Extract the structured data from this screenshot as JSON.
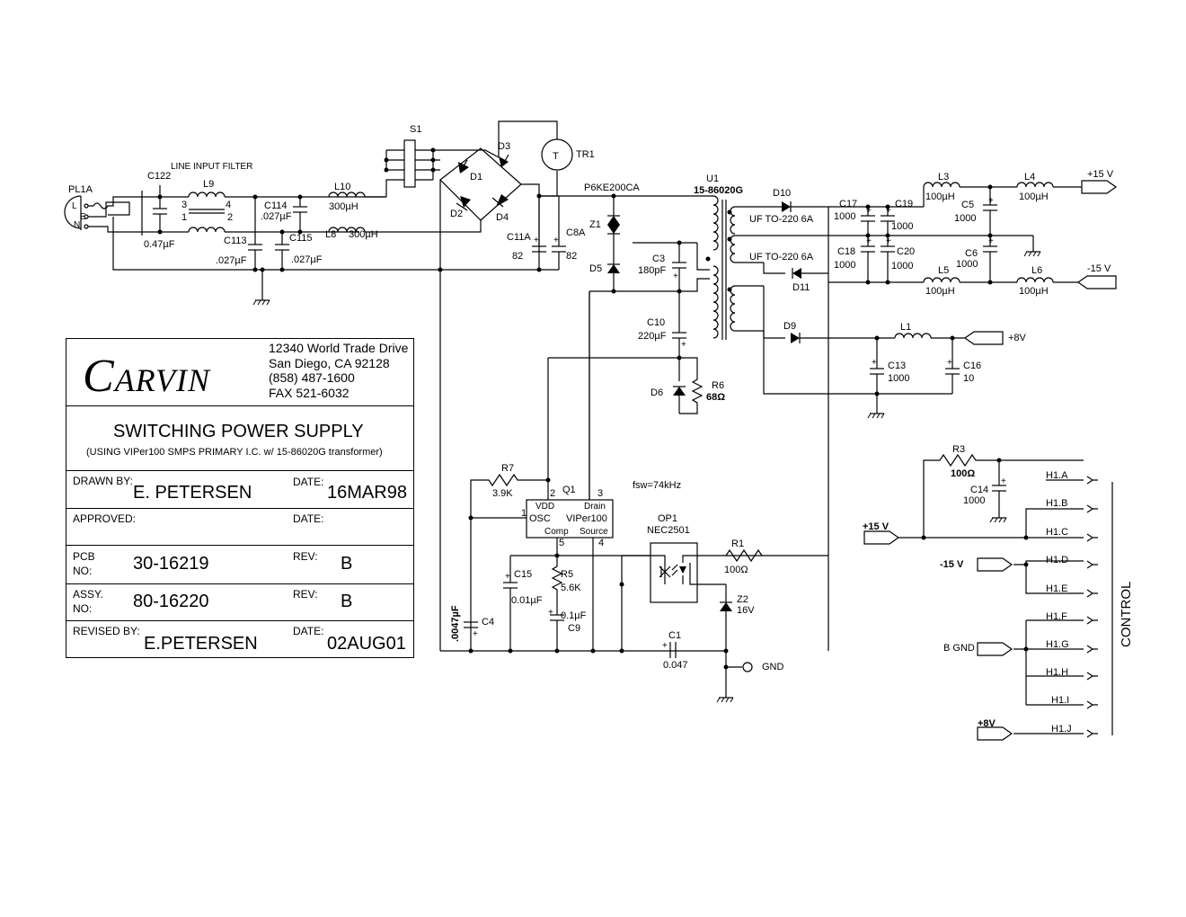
{
  "title_block": {
    "company": "CARVIN",
    "address": [
      "12340 World Trade Drive",
      "San Diego, CA  92128",
      "(858) 487-1600",
      "FAX 521-6032"
    ],
    "title": "SWITCHING POWER SUPPLY",
    "subtitle": "(USING VIPer100 SMPS PRIMARY I.C. w/ 15-86020G transformer)",
    "drawn_by_label": "DRAWN BY:",
    "drawn_by": "E. PETERSEN",
    "date_label": "DATE:",
    "date": "16MAR98",
    "approved_label": "APPROVED:",
    "approved_date_label": "DATE:",
    "pcb_label": "PCB",
    "no_label": "NO:",
    "pcb_no": "30-16219",
    "rev_label": "REV:",
    "pcb_rev": "B",
    "assy_label": "ASSY.",
    "assy_no": "80-16220",
    "assy_rev": "B",
    "revised_by_label": "REVISED BY:",
    "revised_by": "E.PETERSEN",
    "revised_date": "02AUG01"
  },
  "labels": {
    "pl1a": "PL1A",
    "l": "L",
    "e": "E",
    "n": "N",
    "line_filter": "LINE INPUT FILTER",
    "c122": "C122",
    "c122_val": "0.47µF",
    "l9": "L9",
    "p3": "3",
    "p4": "4",
    "p1": "1",
    "p2": "2",
    "c114": "C114",
    "c114_val": ".027µF",
    "c113": "C113",
    "c113_val": ".027µF",
    "c115": "C115",
    "c115_val": ".027µF",
    "l10": "L10",
    "l10_val": "300µH",
    "l8": "L8",
    "l8_val": "300µH",
    "s1": "S1",
    "d1": "D1",
    "d2": "D2",
    "d3": "D3",
    "d4": "D4",
    "tr1": "TR1",
    "t": "T",
    "c11a": "C11A",
    "c11a_val": "82",
    "c8a": "C8A",
    "c8a_val": "82",
    "p6ke": "P6KE200CA",
    "z1": "Z1",
    "d5": "D5",
    "c3": "C3",
    "c3_val": "180pF",
    "c10": "C10",
    "c10_val": "220µF",
    "d6": "D6",
    "r6": "R6",
    "r6_val": "68Ω",
    "u1": "U1",
    "u1_val": "15-86020G",
    "d10": "D10",
    "d10_val": "UF TO-220 6A",
    "d11": "D11",
    "d11_val": "UF TO-220 6A",
    "c17": "C17",
    "c17_val": "1000",
    "c19": "C19",
    "c19_val": "1000",
    "c18": "C18",
    "c18_val": "1000",
    "c20": "C20",
    "c20_val": "1000",
    "l3": "L3",
    "l3_val": "100µH",
    "l4": "L4",
    "l4_val": "100µH",
    "c5": "C5",
    "c5_val": "1000",
    "c6": "C6",
    "c6_val": "1000",
    "l5": "L5",
    "l5_val": "100µH",
    "l6": "L6",
    "l6_val": "100µH",
    "p15v": "+15 V",
    "m15v": "-15 V",
    "d9": "D9",
    "l1": "L1",
    "c13": "C13",
    "c13_val": "1000",
    "c16": "C16",
    "c16_val": "10",
    "p8v": "+8V",
    "r7": "R7",
    "r7_val": "3.9K",
    "q1": "Q1",
    "q1_p2": "2",
    "q1_p3": "3",
    "q1_p1": "1",
    "q1_p5": "5",
    "q1_p4": "4",
    "vdd": "VDD",
    "drain": "Drain",
    "osc": "OSC",
    "viper": "VIPer100",
    "comp": "Comp",
    "source": "Source",
    "fsw": "fsw=74kHz",
    "op1": "OP1",
    "nec": "NEC2501",
    "r1": "R1",
    "r1_val": "100Ω",
    "z2": "Z2",
    "z2_val": "16V",
    "c15": "C15",
    "c15_val": "0.01µF",
    "r5": "R5",
    "r5_val": "5.6K",
    "c9": "C9",
    "c9_val": "0.1µF",
    "c4": "C4",
    "c4_val": ".0047µF",
    "c1": "C1",
    "c1_val": "0.047",
    "gnd": "GND",
    "r3": "R3",
    "r3_val": "100Ω",
    "c14": "C14",
    "c14_val": "1000",
    "ctl_p15v": "+15 V",
    "ctl_m15v": "-15 V",
    "b_gnd": "B GND",
    "ctl_p8v": "+8V",
    "h1a": "H1.A",
    "h1b": "H1.B",
    "h1c": "H1.C",
    "h1d": "H1.D",
    "h1e": "H1.E",
    "h1f": "H1.F",
    "h1g": "H1.G",
    "h1h": "H1.H",
    "h1i": "H1.I",
    "h1j": "H1.J",
    "control": "CONTROL"
  }
}
